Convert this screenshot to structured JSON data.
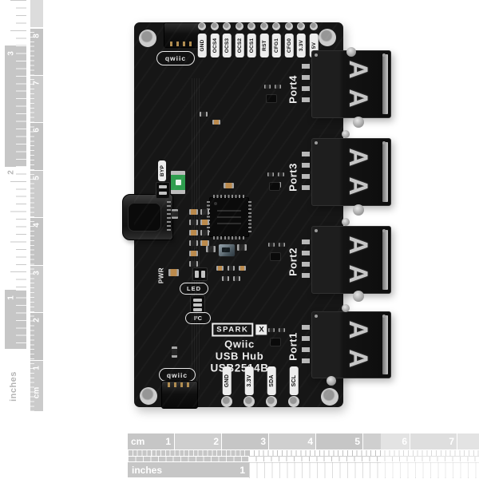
{
  "product": {
    "brand": "SPARK",
    "brand_x": "X",
    "name_line1": "Qwiic",
    "name_line2": "USB Hub",
    "name_line3": "USB2514B"
  },
  "board": {
    "qwiic_logo_top": "qwiic",
    "qwiic_logo_bottom": "qwiic",
    "usb_contact_glyph": "A",
    "top_pins": [
      "GND",
      "OCS4",
      "OCS3",
      "OCS2",
      "OCS1",
      "RST",
      "CFG1",
      "CFG0",
      "3.3V",
      "5V"
    ],
    "bottom_pins": [
      "GND",
      "3.3V",
      "SDA",
      "SCL"
    ],
    "ports": [
      "Port4",
      "Port3",
      "Port2",
      "Port1"
    ],
    "labels": {
      "byp": "BYP",
      "pwr": "PWR",
      "led": "LED",
      "i2c": "I²C"
    }
  },
  "rulers": {
    "vertical": {
      "inch_label": "inches",
      "inch_numbers": [
        "3",
        "2",
        "1"
      ],
      "cm_label": "cm",
      "cm_numbers": [
        "8",
        "7",
        "6",
        "5",
        "4",
        "3",
        "2",
        "1"
      ]
    },
    "horizontal": {
      "cm_label": "cm",
      "cm_numbers": [
        "1",
        "2",
        "3",
        "4",
        "5",
        "6",
        "7"
      ],
      "inch_label": "inches",
      "inch_numbers": [
        "1"
      ]
    }
  },
  "colors": {
    "background": "#ffffff",
    "pcb": "#161616",
    "silkscreen": "#ededed",
    "ruler_gray": "#c6c6c6",
    "accent_green": "#2f9e4f",
    "gold": "#b08c50",
    "metal": "#c2c2c2"
  }
}
